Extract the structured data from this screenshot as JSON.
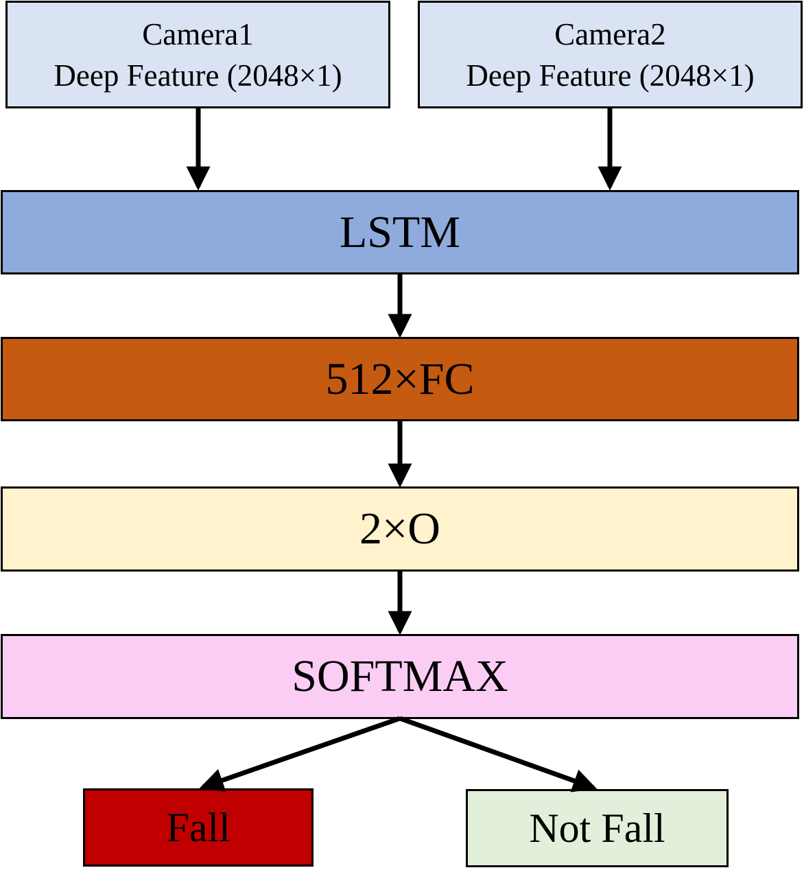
{
  "colors": {
    "camera_fill": "#dae3f3",
    "lstm_fill": "#8faadc",
    "fc_fill": "#c55a11",
    "output_fill": "#fff2cc",
    "softmax_fill": "#fccdf4",
    "fall_fill": "#c00000",
    "not_fall_fill": "#e2efda",
    "stroke": "#000000"
  },
  "camera1": {
    "name": "Camera1",
    "feature": "Deep Feature (2048×1)"
  },
  "camera2": {
    "name": "Camera2",
    "feature": "Deep Feature (2048×1)"
  },
  "layers": {
    "lstm": "LSTM",
    "fc": "512×FC",
    "output": "2×O",
    "softmax": "SOFTMAX"
  },
  "classes": {
    "fall": "Fall",
    "not_fall": "Not Fall"
  }
}
